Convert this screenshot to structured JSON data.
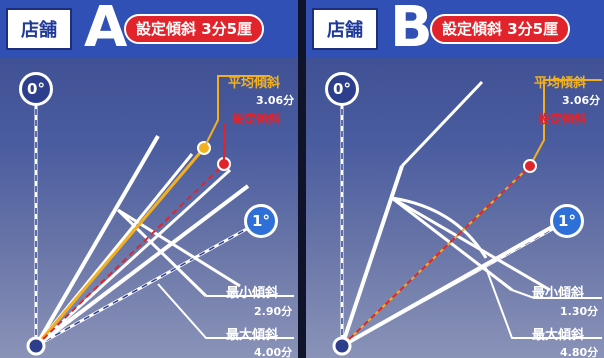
{
  "panels": [
    {
      "store": "店舗",
      "letter": "A",
      "setting": "設定傾斜 3分5厘",
      "angle_start": "0°",
      "angle_end": "1°",
      "avg_label": "平均傾斜",
      "avg_value": "3.06分",
      "set_label": "設定傾斜",
      "min_label": "最小傾斜",
      "min_value": "2.90分",
      "max_label": "最大傾斜",
      "max_value": "4.00分"
    },
    {
      "store": "店舗",
      "letter": "B",
      "setting": "設定傾斜 3分5厘",
      "angle_start": "0°",
      "angle_end": "1°",
      "avg_label": "平均傾斜",
      "avg_value": "3.06分",
      "set_label": "設定傾斜",
      "min_label": "最小傾斜",
      "min_value": "1.30分",
      "max_label": "最大傾斜",
      "max_value": "4.80分"
    }
  ],
  "colors": {
    "avg": "#f2b01e",
    "set": "#e1242c",
    "badge_start": "#2d3f8c",
    "badge_end": "#2e6fd8"
  }
}
